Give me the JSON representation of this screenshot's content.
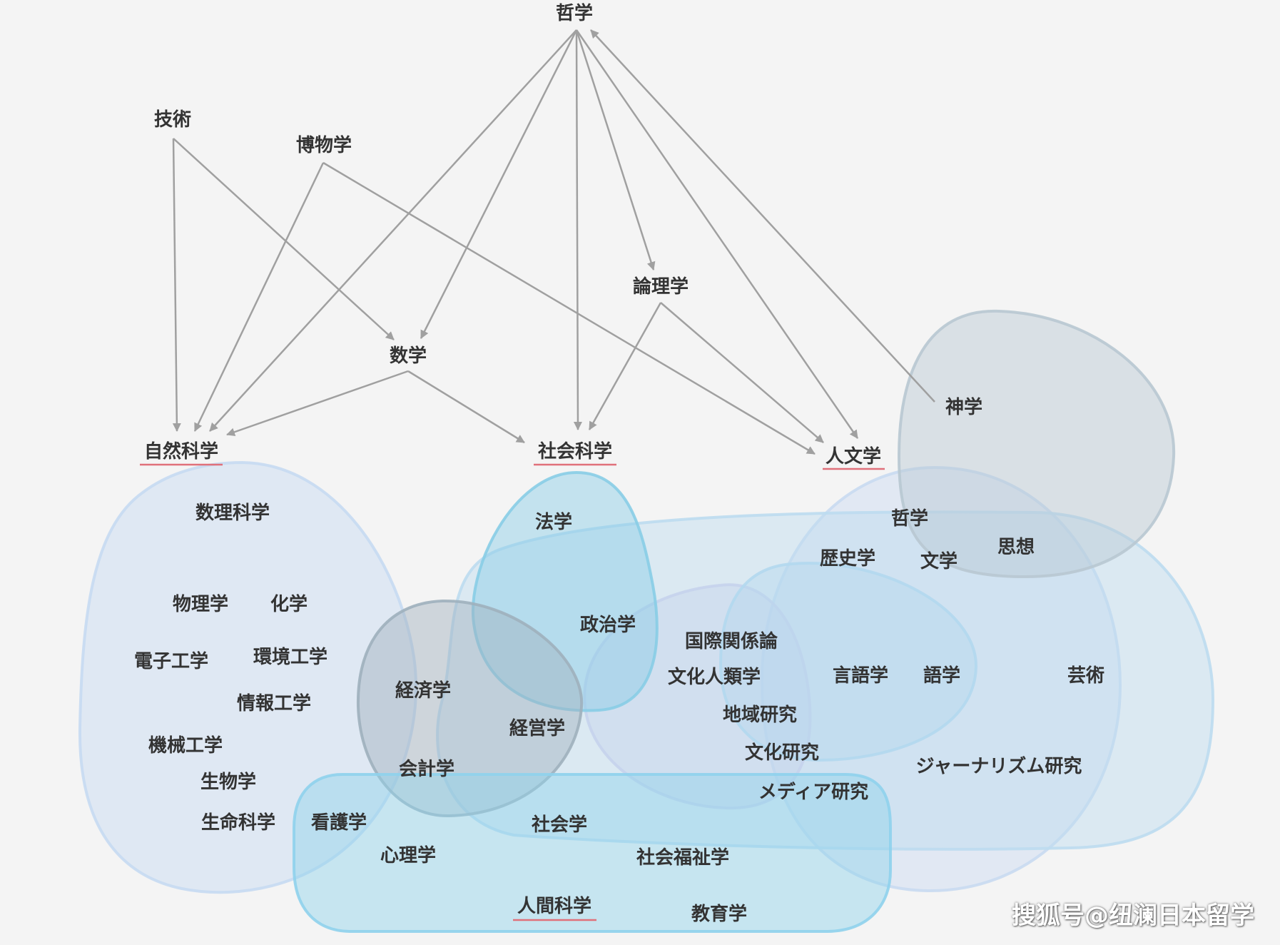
{
  "colors": {
    "arrow": "#a0a0a0",
    "text": "#333333",
    "underline": "#e0707a",
    "natural_sci": "#c6daf2",
    "social_band": "#bcdcef",
    "humanities": "#c9daf1",
    "theology": "#b8c8d2",
    "law": "#88cde6",
    "econ": "#9fb0bc",
    "intl": "#c5d3ec",
    "lang": "#b3d8ee",
    "human_sci": "#8fd2ec"
  },
  "labels": {
    "tetsugaku_top": "哲学",
    "gijutsu": "技術",
    "hakubutsugaku": "博物学",
    "ronrigaku": "論理学",
    "suugaku": "数学",
    "shizen_kagaku": "自然科学",
    "shakai_kagaku": "社会科学",
    "jinbungaku": "人文学",
    "shingaku": "神学",
    "suuri_kagaku": "数理科学",
    "butsurigaku": "物理学",
    "kagaku": "化学",
    "denshi_kougaku": "電子工学",
    "kankyou_kougaku": "環境工学",
    "jouhou_kougaku": "情報工学",
    "kikai_kougaku": "機械工学",
    "seibutsugaku": "生物学",
    "seimei_kagaku": "生命科学",
    "kangogaku": "看護学",
    "shinrigaku": "心理学",
    "hougaku": "法学",
    "seijigaku": "政治学",
    "keizaigaku": "経済学",
    "keieigaku": "経営学",
    "kaikeigaku": "会計学",
    "kokusai_kankeiron": "国際関係論",
    "bunka_jinruigaku": "文化人類学",
    "chiiki_kenkyuu": "地域研究",
    "bunka_kenkyuu": "文化研究",
    "media_kenkyuu": "メディア研究",
    "tetsugaku_inner": "哲学",
    "shisou": "思想",
    "rekishigaku": "歴史学",
    "bungaku": "文学",
    "gengogaku": "言語学",
    "gogaku": "語学",
    "geijutsu": "芸術",
    "journalism_kenkyuu": "ジャーナリズム研究",
    "shakaigaku": "社会学",
    "shakai_fukushigaku": "社会福祉学",
    "ningen_kagaku": "人間科学",
    "kyouikugaku": "教育学"
  },
  "watermark": "搜狐号@纽澜日本留学"
}
